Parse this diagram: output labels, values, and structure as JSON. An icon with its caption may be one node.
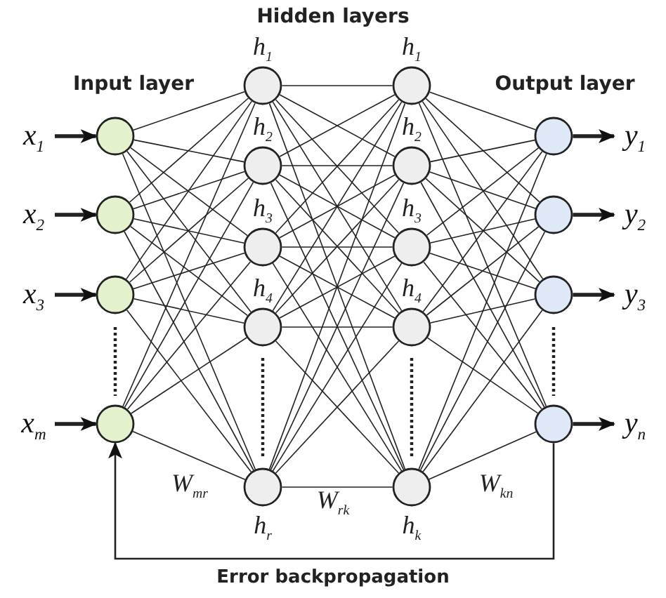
{
  "diagram": {
    "nodes": [
      {
        "text": [
          "x$_{1}$"
        ]
      },
      {
        "text": [
          "x$_{2}$"
        ]
      },
      {
        "text": [
          "x$_{3}$"
        ]
      },
      {
        "text": [
          "x$_{m}$"
        ]
      },
      {
        "text": [],
        "shape": "circle"
      },
      {
        "text": [],
        "shape": "circle"
      },
      {
        "text": [],
        "shape": "circle"
      },
      {
        "text": [],
        "shape": "circle"
      },
      {
        "text": [],
        "shape": "circle",
        "beside": [
          "h$_{1}$"
        ]
      },
      {
        "text": [],
        "shape": "circle",
        "beside": [
          "h$_{2}$"
        ]
      },
      {
        "text": [],
        "shape": "circle",
        "beside": [
          "h$_{3}$"
        ]
      },
      {
        "text": [],
        "shape": "circle",
        "beside": [
          "h$_{4}$"
        ]
      },
      {
        "text": [],
        "shape": "circle",
        "beside": [
          "h$_{r}$"
        ]
      },
      {
        "text": [],
        "shape": "circle",
        "beside": [
          "h$_{1}$"
        ]
      },
      {
        "text": [],
        "shape": "circle",
        "beside": [
          "h$_{2}$"
        ]
      },
      {
        "text": [],
        "shape": "circle",
        "beside": [
          "h$_{3}$"
        ]
      },
      {
        "text": [],
        "shape": "circle",
        "beside": [
          "h$_{4}$"
        ]
      },
      {
        "text": [],
        "shape": "circle",
        "beside": [
          "h$_{k}$"
        ]
      },
      {
        "text": [],
        "shape": "circle"
      },
      {
        "text": [],
        "shape": "circle"
      },
      {
        "text": [],
        "shape": "circle"
      },
      {
        "text": [],
        "shape": "circle"
      },
      {
        "text": [
          "y$_{1}$"
        ]
      },
      {
        "text": [
          "y$_{2}$"
        ]
      },
      {
        "text": [
          "y$_{3}$"
        ]
      },
      {
        "text": [
          "y$_{n}$"
        ]
      }
    ],
    "edges": [
      {
        "from": 0,
        "to": 4,
        "arrow": "to",
        "style": "thick"
      },
      {
        "from": 1,
        "to": 5,
        "arrow": "to",
        "style": "thick"
      },
      {
        "from": 2,
        "to": 6,
        "arrow": "to",
        "style": "thick"
      },
      {
        "from": 3,
        "to": 7,
        "arrow": "to",
        "style": "thick"
      },
      {
        "from": 4,
        "to": 8,
        "arrow": "none"
      },
      {
        "from": 4,
        "to": 9,
        "arrow": "none"
      },
      {
        "from": 4,
        "to": 10,
        "arrow": "none"
      },
      {
        "from": 4,
        "to": 11,
        "arrow": "none"
      },
      {
        "from": 4,
        "to": 12,
        "arrow": "none"
      },
      {
        "from": 5,
        "to": 8,
        "arrow": "none"
      },
      {
        "from": 5,
        "to": 9,
        "arrow": "none"
      },
      {
        "from": 5,
        "to": 10,
        "arrow": "none"
      },
      {
        "from": 5,
        "to": 11,
        "arrow": "none"
      },
      {
        "from": 5,
        "to": 12,
        "arrow": "none"
      },
      {
        "from": 6,
        "to": 8,
        "arrow": "none"
      },
      {
        "from": 6,
        "to": 9,
        "arrow": "none"
      },
      {
        "from": 6,
        "to": 10,
        "arrow": "none"
      },
      {
        "from": 6,
        "to": 11,
        "arrow": "none"
      },
      {
        "from": 6,
        "to": 12,
        "arrow": "none"
      },
      {
        "from": 7,
        "to": 8,
        "arrow": "none"
      },
      {
        "from": 7,
        "to": 9,
        "arrow": "none"
      },
      {
        "from": 7,
        "to": 10,
        "arrow": "none"
      },
      {
        "from": 7,
        "to": 11,
        "arrow": "none"
      },
      {
        "from": 7,
        "to": 12,
        "arrow": "none"
      },
      {
        "from": 8,
        "to": 13,
        "arrow": "none"
      },
      {
        "from": 8,
        "to": 14,
        "arrow": "none"
      },
      {
        "from": 8,
        "to": 15,
        "arrow": "none"
      },
      {
        "from": 8,
        "to": 16,
        "arrow": "none"
      },
      {
        "from": 8,
        "to": 17,
        "arrow": "none"
      },
      {
        "from": 9,
        "to": 13,
        "arrow": "none"
      },
      {
        "from": 9,
        "to": 14,
        "arrow": "none"
      },
      {
        "from": 9,
        "to": 15,
        "arrow": "none"
      },
      {
        "from": 9,
        "to": 16,
        "arrow": "none"
      },
      {
        "from": 9,
        "to": 17,
        "arrow": "none"
      },
      {
        "from": 10,
        "to": 13,
        "arrow": "none"
      },
      {
        "from": 10,
        "to": 14,
        "arrow": "none"
      },
      {
        "from": 10,
        "to": 15,
        "arrow": "none"
      },
      {
        "from": 10,
        "to": 16,
        "arrow": "none"
      },
      {
        "from": 10,
        "to": 17,
        "arrow": "none"
      },
      {
        "from": 11,
        "to": 13,
        "arrow": "none"
      },
      {
        "from": 11,
        "to": 14,
        "arrow": "none"
      },
      {
        "from": 11,
        "to": 15,
        "arrow": "none"
      },
      {
        "from": 11,
        "to": 16,
        "arrow": "none"
      },
      {
        "from": 11,
        "to": 17,
        "arrow": "none"
      },
      {
        "from": 12,
        "to": 13,
        "arrow": "none"
      },
      {
        "from": 12,
        "to": 14,
        "arrow": "none"
      },
      {
        "from": 12,
        "to": 15,
        "arrow": "none"
      },
      {
        "from": 12,
        "to": 16,
        "arrow": "none"
      },
      {
        "from": 12,
        "to": 17,
        "arrow": "none"
      },
      {
        "from": 13,
        "to": 18,
        "arrow": "none"
      },
      {
        "from": 13,
        "to": 19,
        "arrow": "none"
      },
      {
        "from": 13,
        "to": 20,
        "arrow": "none"
      },
      {
        "from": 13,
        "to": 21,
        "arrow": "none"
      },
      {
        "from": 14,
        "to": 18,
        "arrow": "none"
      },
      {
        "from": 14,
        "to": 19,
        "arrow": "none"
      },
      {
        "from": 14,
        "to": 20,
        "arrow": "none"
      },
      {
        "from": 14,
        "to": 21,
        "arrow": "none"
      },
      {
        "from": 15,
        "to": 18,
        "arrow": "none"
      },
      {
        "from": 15,
        "to": 19,
        "arrow": "none"
      },
      {
        "from": 15,
        "to": 20,
        "arrow": "none"
      },
      {
        "from": 15,
        "to": 21,
        "arrow": "none"
      },
      {
        "from": 16,
        "to": 18,
        "arrow": "none"
      },
      {
        "from": 16,
        "to": 19,
        "arrow": "none"
      },
      {
        "from": 16,
        "to": 20,
        "arrow": "none"
      },
      {
        "from": 16,
        "to": 21,
        "arrow": "none"
      },
      {
        "from": 17,
        "to": 18,
        "arrow": "none"
      },
      {
        "from": 17,
        "to": 19,
        "arrow": "none"
      },
      {
        "from": 17,
        "to": 20,
        "arrow": "none"
      },
      {
        "from": 17,
        "to": 21,
        "arrow": "none"
      },
      {
        "from": 18,
        "to": 22,
        "arrow": "to",
        "style": "thick"
      },
      {
        "from": 19,
        "to": 23,
        "arrow": "to",
        "style": "thick"
      },
      {
        "from": 20,
        "to": 24,
        "arrow": "to",
        "style": "thick"
      },
      {
        "from": 21,
        "to": 25,
        "arrow": "to",
        "style": "thick"
      },
      {
        "from": 21,
        "to": 7,
        "arrow": "to",
        "label": "Error backpropagation"
      }
    ],
    "labels": [
      "Hidden layers",
      "Input layer",
      "Output layer",
      "W$_{mr}$",
      "W$_{rk}$",
      "W$_{kn}$"
    ]
  }
}
